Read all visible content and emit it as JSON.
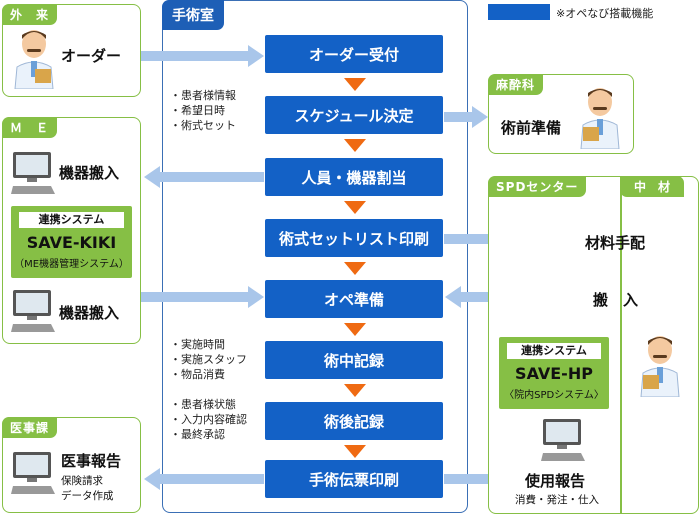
{
  "legend": {
    "text": "※オペなび搭載機能",
    "color": "#1361c6"
  },
  "main": {
    "title": "手術室"
  },
  "steps": [
    "オーダー受付",
    "スケジュール決定",
    "人員・機器割当",
    "術式セットリスト印刷",
    "オペ準備",
    "術中記録",
    "術後記録",
    "手術伝票印刷"
  ],
  "notes": {
    "schedule": [
      "・患者様情報",
      "・希望日時",
      "・術式セット"
    ],
    "intraop": [
      "・実施時間",
      "・実施スタッフ",
      "・物品消費"
    ],
    "postop": [
      "・患者様状態",
      "・入力内容確認",
      "・最終承認"
    ]
  },
  "outpatient": {
    "title": "外　来",
    "label": "オーダー"
  },
  "anesthesia": {
    "title": "麻酔科",
    "label": "術前準備"
  },
  "me": {
    "title": "Ｍ　Ｅ",
    "label_top": "機器搬入",
    "label_bottom": "機器搬入",
    "link_head": "連携システム",
    "link_name": "SAVE-KIKI",
    "link_sub": "（ME機器管理システム）"
  },
  "spd": {
    "title": "SPDセンター",
    "title2": "中　材",
    "materials": "材料手配",
    "carry": "搬　入",
    "link_head": "連携システム",
    "link_name": "SAVE-HP",
    "link_sub": "〈院内SPDシステム〉",
    "usage": "使用報告",
    "usage_sub": "消費・発注・仕入"
  },
  "medical_affairs": {
    "title": "医事課",
    "label": "医事報告",
    "sub1": "保険請求",
    "sub2": "データ作成"
  },
  "colors": {
    "step": "#1361c6",
    "panel": "#86bf45",
    "arrow": "#a9c6ea",
    "down_arrow": "#ef6a12"
  }
}
